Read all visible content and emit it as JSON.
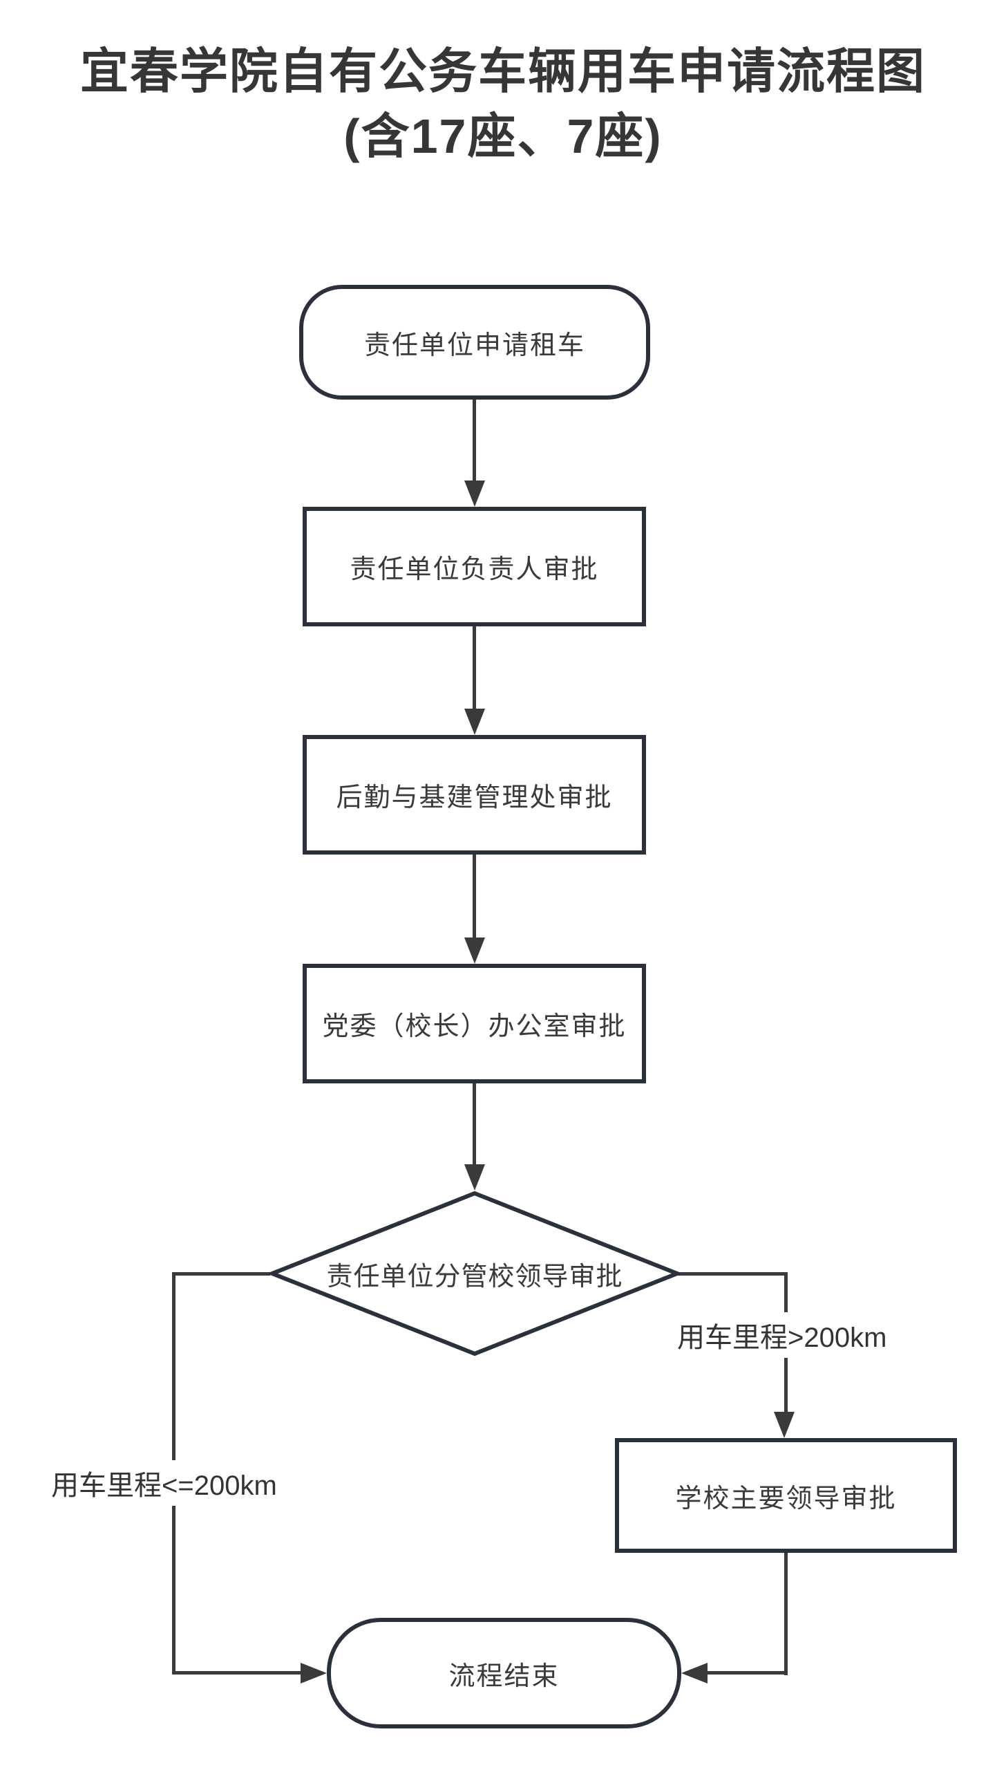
{
  "title": {
    "line1": "宜春学院自有公务车辆用车申请流程图",
    "line2": "(含17座、7座)"
  },
  "nodes": {
    "start": {
      "type": "terminator",
      "label": "责任单位申请租车"
    },
    "unit_leader": {
      "type": "process",
      "label": "责任单位负责人审批"
    },
    "logistics": {
      "type": "process",
      "label": "后勤与基建管理处审批"
    },
    "party_office": {
      "type": "process",
      "label": "党委（校长）办公室审批"
    },
    "decision": {
      "type": "decision",
      "label": "责任单位分管校领导审批"
    },
    "main_leader": {
      "type": "process",
      "label": "学校主要领导审批"
    },
    "end": {
      "type": "terminator",
      "label": "流程结束"
    }
  },
  "edge_labels": {
    "over_200km": {
      "label": "用车里程>200km"
    },
    "under_200km": {
      "label": "用车里程<=200km"
    }
  },
  "colors": {
    "shape_border": "#2a313c",
    "connector": "#3a3a3a",
    "node_text": "#3a3a3a",
    "title_text": "#363636",
    "background": "#ffffff"
  }
}
